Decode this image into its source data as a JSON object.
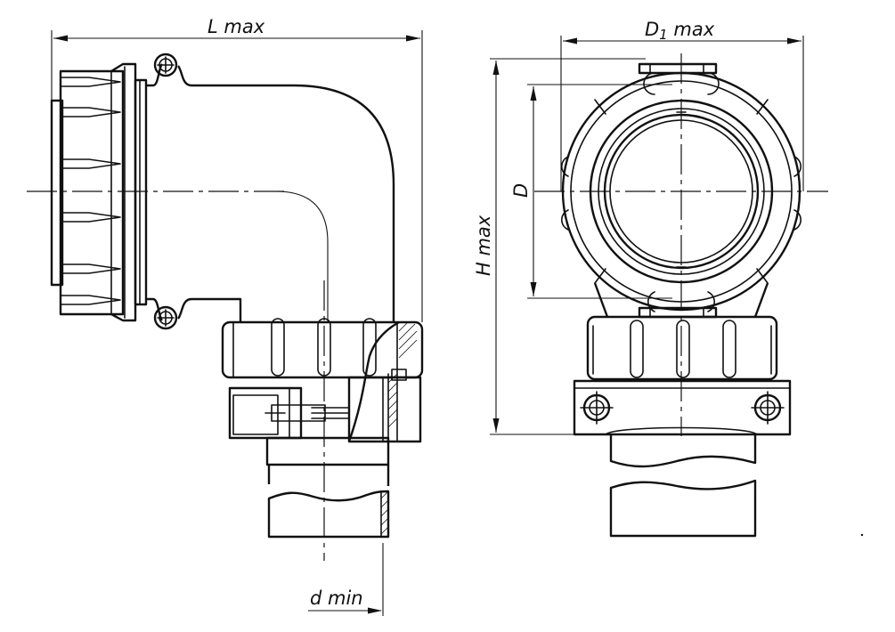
{
  "colors": {
    "line": "#111111",
    "background": "#ffffff"
  },
  "labels": {
    "l_max": "L max",
    "d1_base": "D",
    "d1_sub": "1",
    "d1_suffix": " max",
    "d": "D",
    "h_max": "H max",
    "d_min": "d min"
  }
}
